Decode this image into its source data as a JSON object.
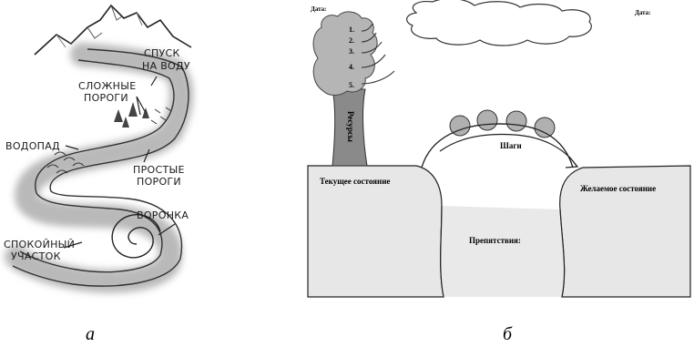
{
  "panel_a": {
    "labels": {
      "descent": [
        "СПУСК",
        "НА ВОДУ"
      ],
      "hard_rapids": [
        "СЛОЖНЫЕ",
        "ПОРОГИ"
      ],
      "waterfall": "ВОДОПАД",
      "easy_rapids": [
        "ПРОСТЫЕ",
        "ПОРОГИ"
      ],
      "whirlpool": "ВОРОНКА",
      "calm": [
        "СПОКОЙНЫЙ",
        "УЧАСТОК"
      ]
    },
    "caption": "а"
  },
  "panel_b": {
    "date_left": "Дата:",
    "date_right": "Дата:",
    "numbers": [
      "1.",
      "2.",
      "3.",
      "4.",
      "5."
    ],
    "resources": "Ресурсы",
    "steps": "Шаги",
    "current_state": "Текущее состояние",
    "desired_state": "Желаемое состояние",
    "obstacles": "Препятствия:",
    "caption": "б"
  }
}
